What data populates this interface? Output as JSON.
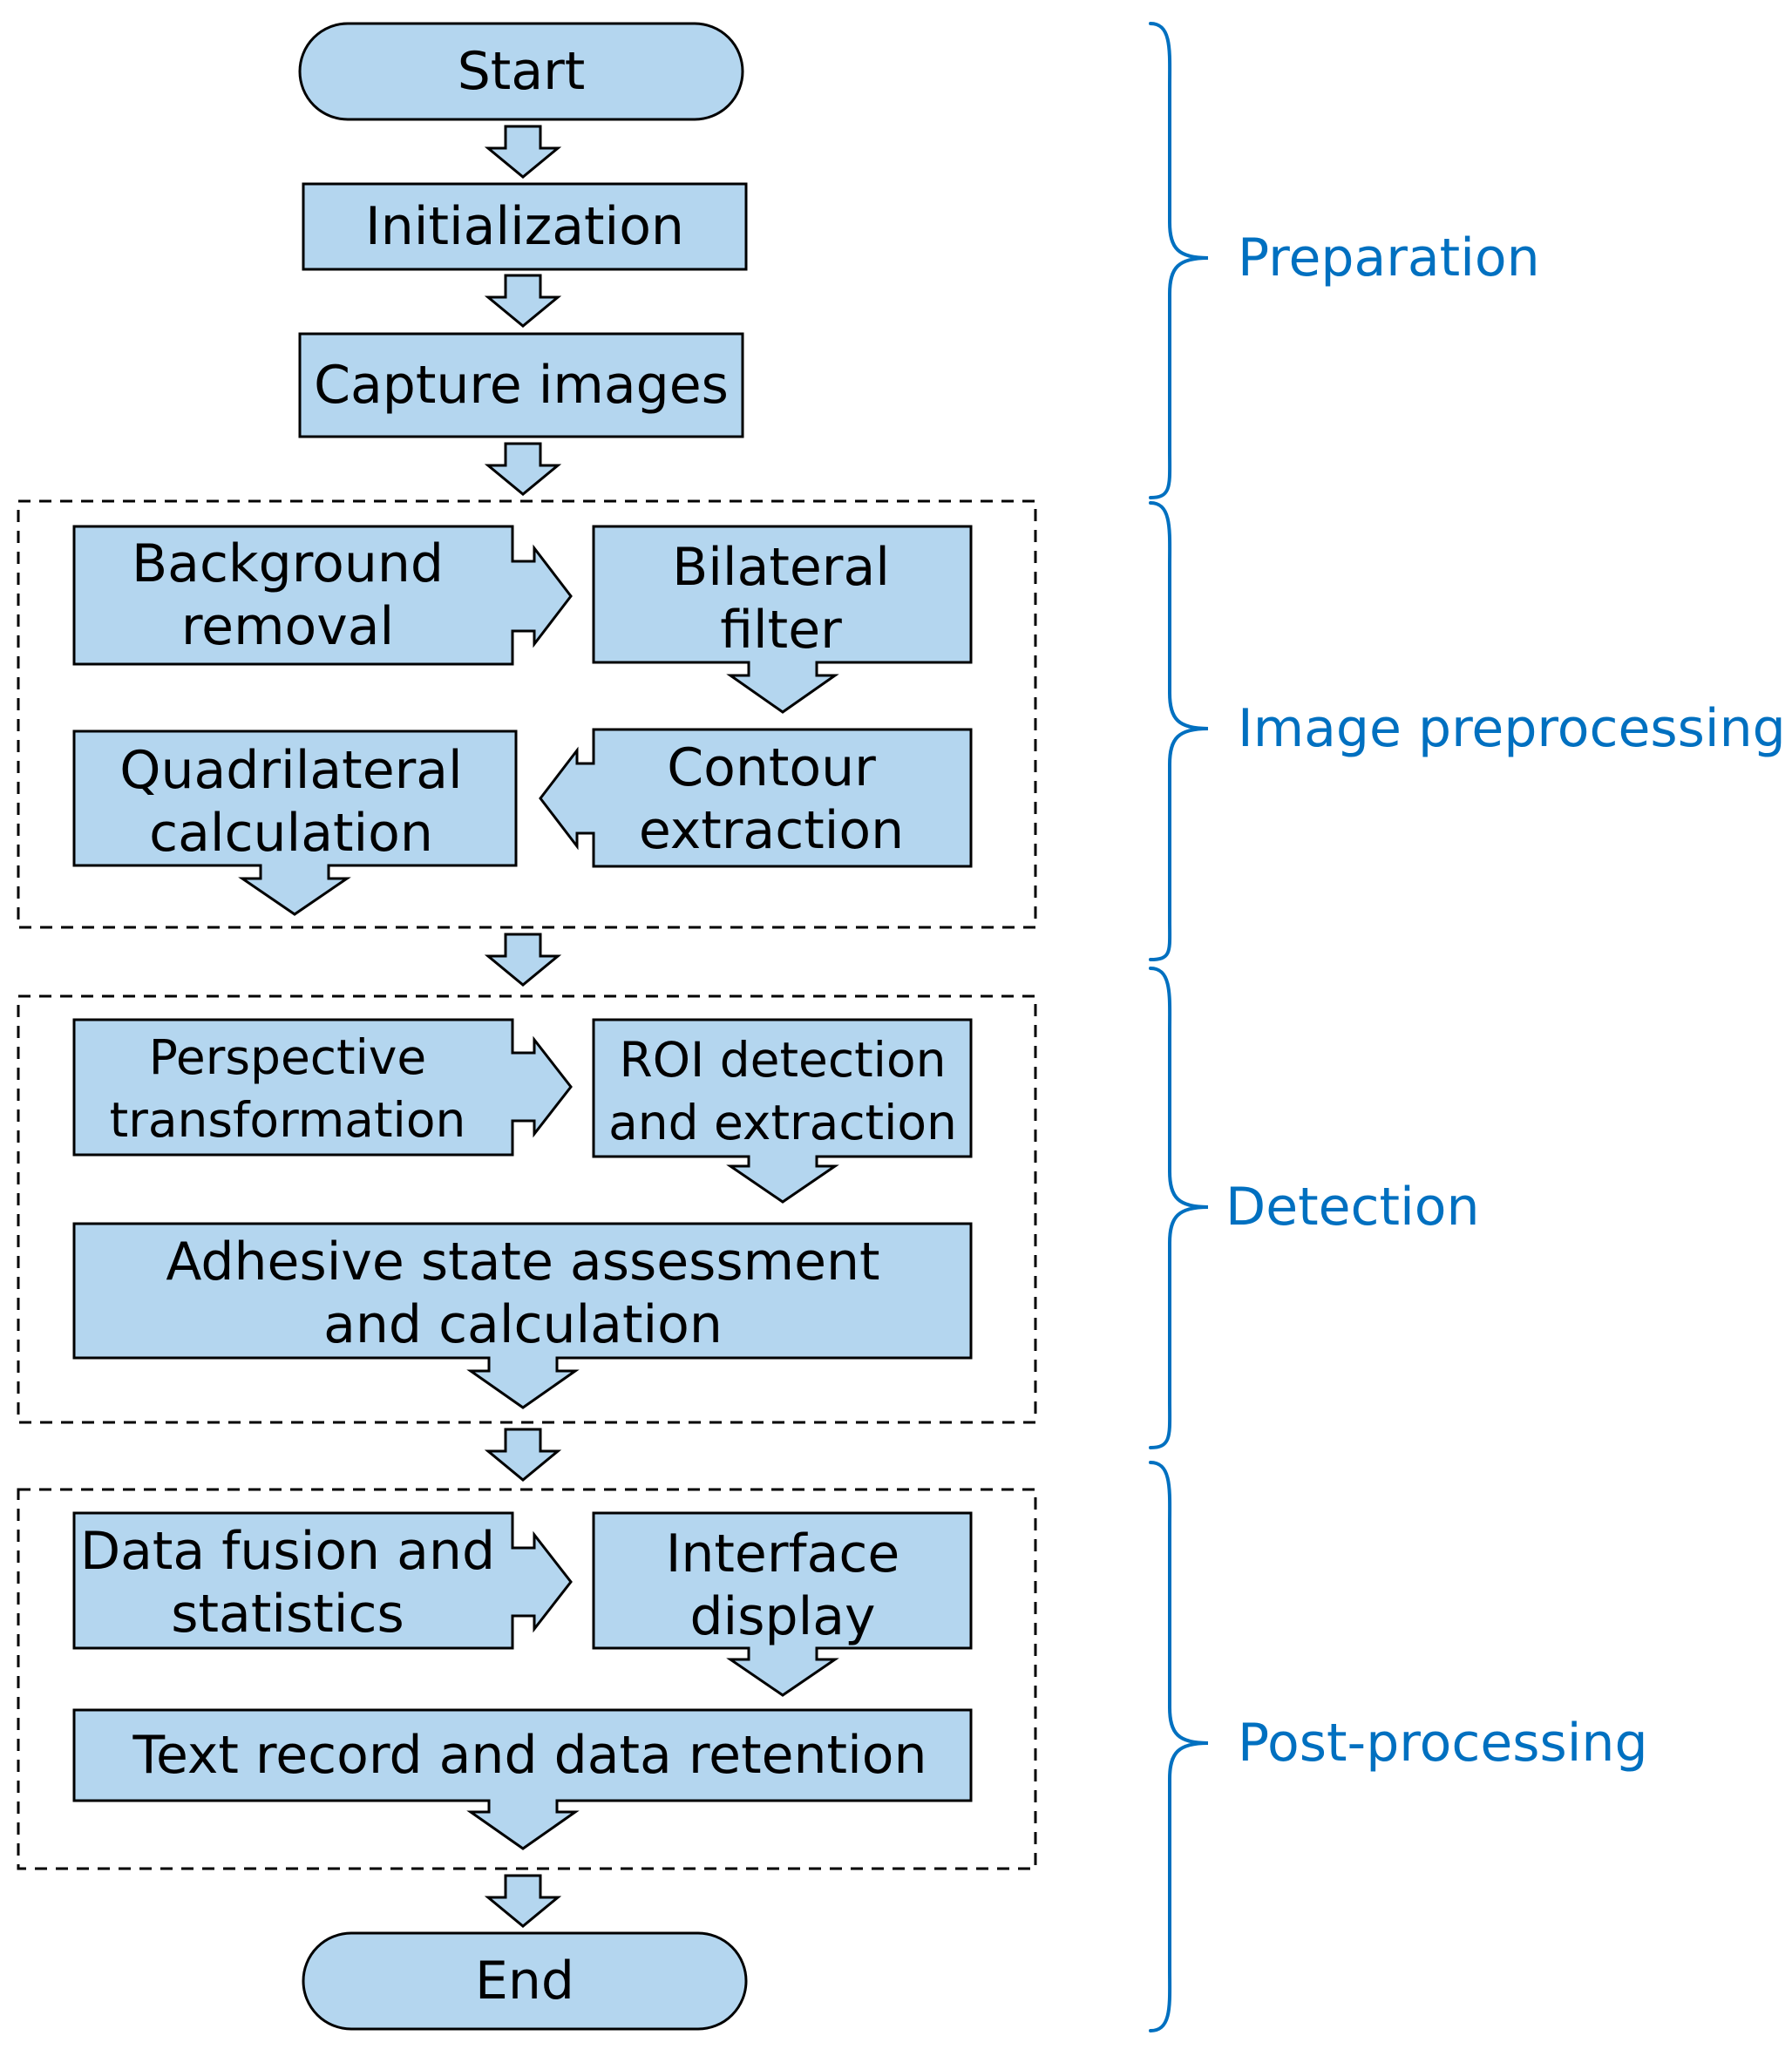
{
  "colors": {
    "node_fill": "#b4d6ef",
    "node_stroke": "#000000",
    "phase_label": "#0070c0",
    "brace": "#0070c0"
  },
  "nodes": {
    "start": "Start",
    "initialization": "Initialization",
    "capture_images": "Capture images",
    "background_removal": [
      "Background",
      "removal"
    ],
    "bilateral_filter": [
      "Bilateral",
      "filter"
    ],
    "quadrilateral_calculation": [
      "Quadrilateral",
      "calculation"
    ],
    "contour_extraction": [
      "Contour",
      "extraction"
    ],
    "perspective_transformation": [
      "Perspective",
      "transformation"
    ],
    "roi_detection": [
      "ROI detection",
      "and extraction"
    ],
    "adhesive_state": [
      "Adhesive state assessment",
      "and calculation"
    ],
    "data_fusion": [
      "Data fusion and",
      "statistics"
    ],
    "interface_display": [
      "Interface",
      "display"
    ],
    "text_record": "Text record and data retention",
    "end": "End"
  },
  "phases": {
    "preparation": "Preparation",
    "image_preprocessing": "Image preprocessing",
    "detection": "Detection",
    "post_processing": "Post-processing"
  }
}
